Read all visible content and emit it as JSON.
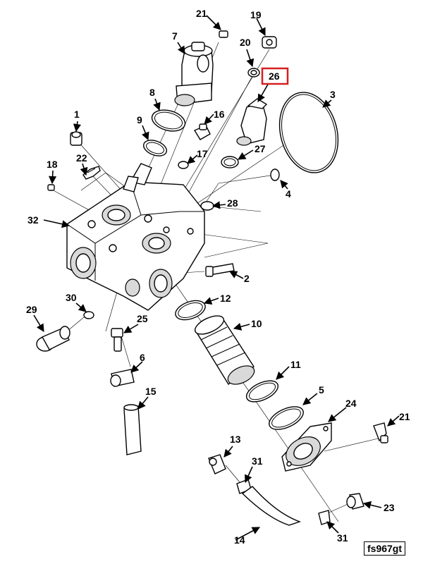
{
  "figure_id": "fs967gt",
  "highlighted_callout": "26",
  "callouts": {
    "c1": "1",
    "c2": "2",
    "c3": "3",
    "c4": "4",
    "c5": "5",
    "c6": "6",
    "c7": "7",
    "c8": "8",
    "c9": "9",
    "c10": "10",
    "c11": "11",
    "c12": "12",
    "c13": "13",
    "c14": "14",
    "c15": "15",
    "c16": "16",
    "c17": "17",
    "c18": "18",
    "c19": "19",
    "c20": "20",
    "c21a": "21",
    "c21b": "21",
    "c22": "22",
    "c23": "23",
    "c24": "24",
    "c25": "25",
    "c26": "26",
    "c27": "27",
    "c28": "28",
    "c29": "29",
    "c30": "30",
    "c31a": "31",
    "c31b": "31",
    "c32": "32"
  }
}
